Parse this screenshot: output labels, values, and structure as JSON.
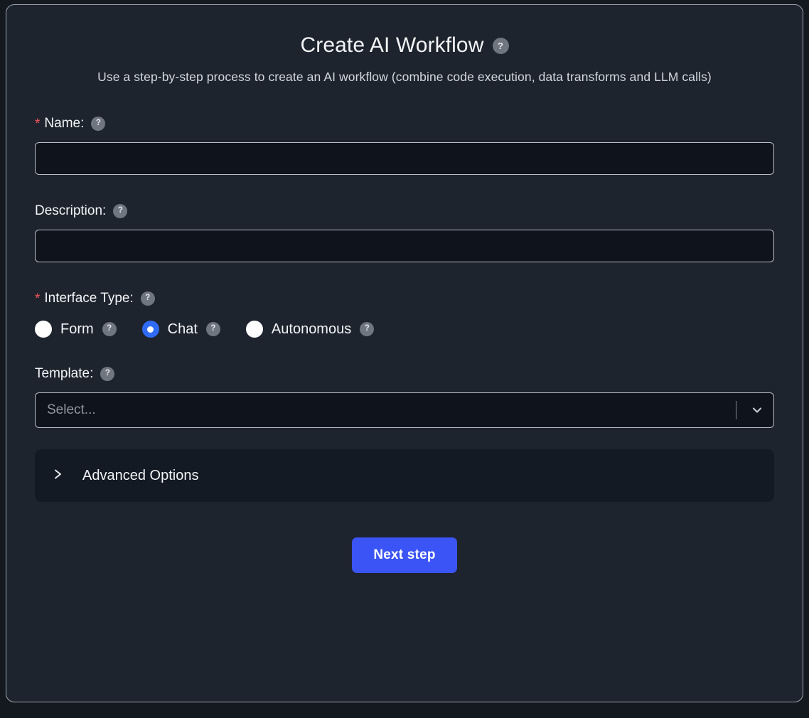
{
  "header": {
    "title": "Create AI Workflow",
    "help": "?",
    "subtitle": "Use a step-by-step process to create an AI workflow (combine code execution, data transforms and LLM calls)"
  },
  "fields": {
    "name": {
      "required_marker": "*",
      "label": "Name:",
      "help": "?",
      "value": "",
      "placeholder": ""
    },
    "description": {
      "label": "Description:",
      "help": "?",
      "value": "",
      "placeholder": ""
    },
    "interface_type": {
      "required_marker": "*",
      "label": "Interface Type:",
      "help": "?",
      "options": [
        {
          "label": "Form",
          "help": "?",
          "selected": false
        },
        {
          "label": "Chat",
          "help": "?",
          "selected": true
        },
        {
          "label": "Autonomous",
          "help": "?",
          "selected": false
        }
      ]
    },
    "template": {
      "label": "Template:",
      "help": "?",
      "placeholder": "Select...",
      "value": ""
    }
  },
  "advanced": {
    "label": "Advanced Options",
    "chevron": "›",
    "expanded": false
  },
  "footer": {
    "next_label": "Next step"
  },
  "colors": {
    "page_bg": "#141920",
    "card_bg": "#1e242e",
    "input_bg": "#0e131c",
    "accent_blue": "#3b54f5",
    "radio_blue": "#2f6bf5",
    "required_red": "#f2555a",
    "help_gray": "#6f7680"
  }
}
